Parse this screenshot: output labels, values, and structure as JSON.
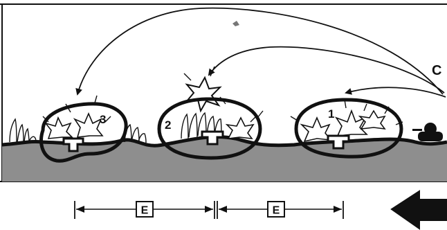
{
  "diagram": {
    "labels": {
      "area_1": "1",
      "area_2": "2",
      "area_3": "3",
      "source": "C",
      "interval_left": "E",
      "interval_right": "E"
    },
    "colors": {
      "ink": "#111111",
      "ground_fill": "#8e8e8e",
      "paper": "#ffffff",
      "flash": "#ffffff"
    },
    "icons": {
      "direction": "arrow-left-icon",
      "blast": "starburst-icon",
      "trench": "trench-notch-icon",
      "vegetation": "grass-tuft-icon",
      "gun": "tank-silhouette-icon"
    }
  }
}
